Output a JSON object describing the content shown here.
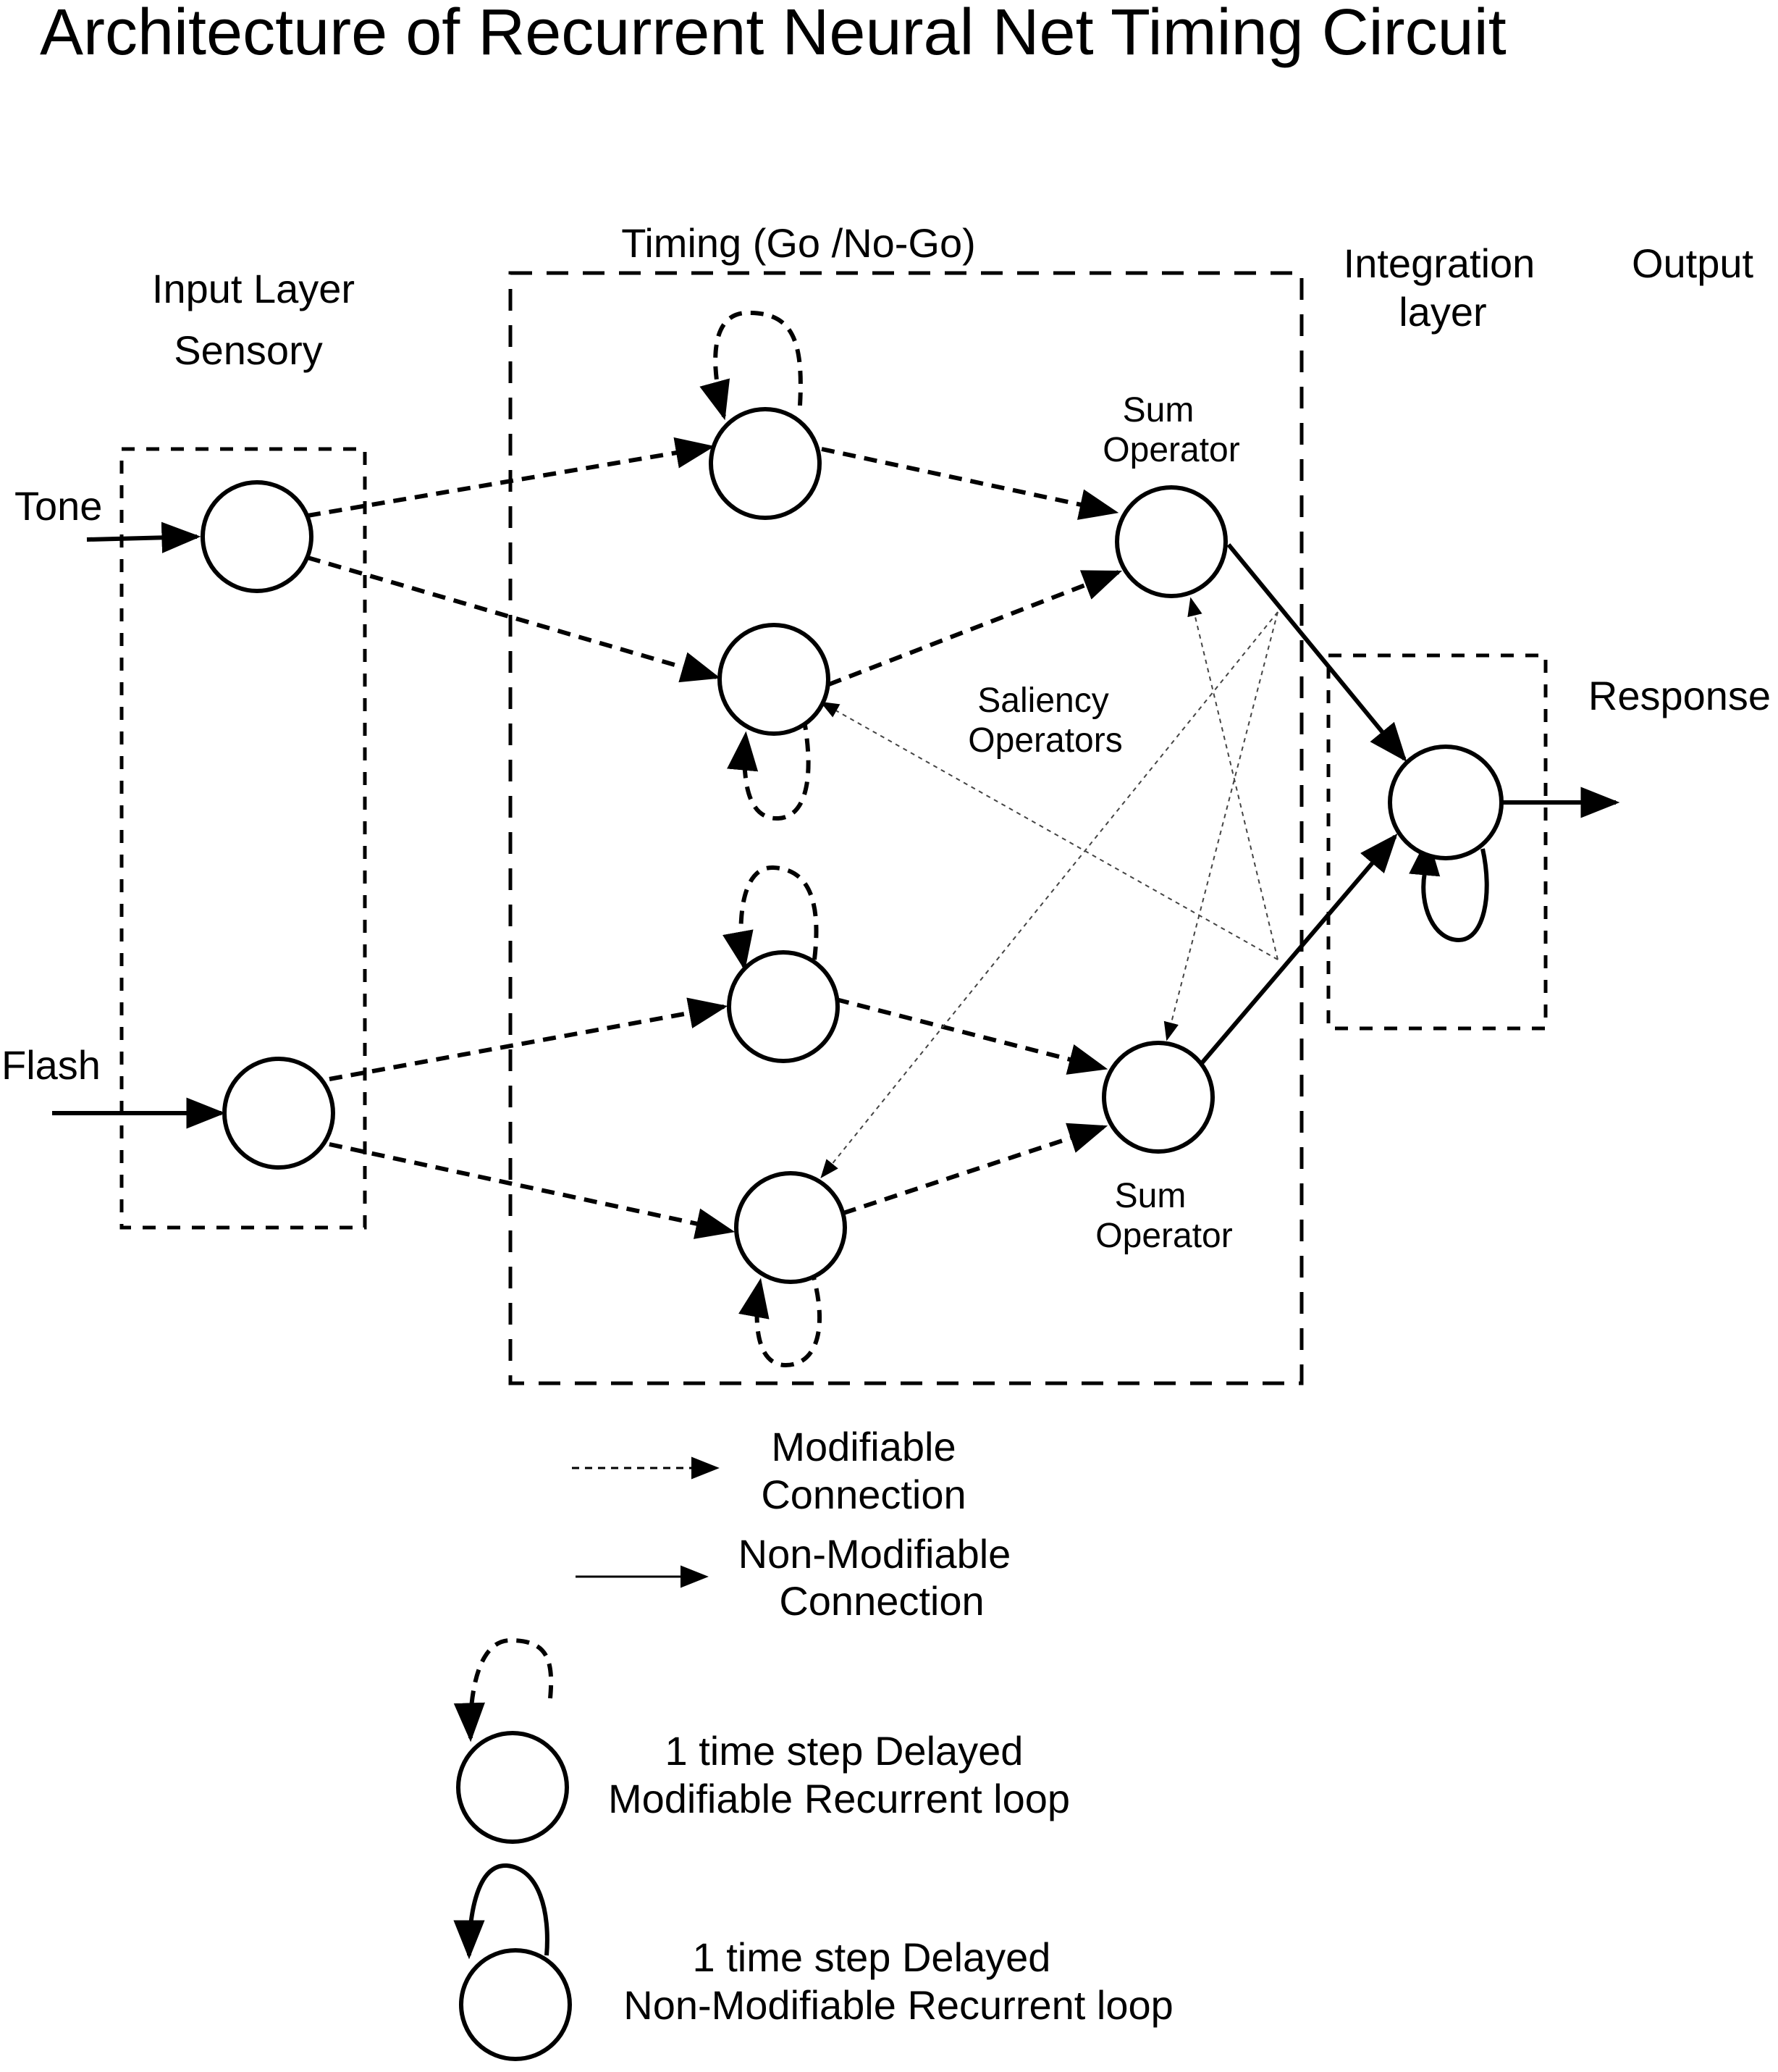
{
  "title": "Architecture of Recurrent Neural Net Timing Circuit",
  "sections": {
    "input_layer_line1": "Input Layer",
    "input_layer_line2": "Sensory",
    "timing": "Timing (Go /No-Go)",
    "integration_line1": "Integration",
    "integration_line2": "layer",
    "output": "Output"
  },
  "inputs": {
    "tone": "Tone",
    "flash": "Flash"
  },
  "operators": {
    "sum_top_line1": "Sum",
    "sum_top_line2": "Operator",
    "saliency_line1": "Saliency",
    "saliency_line2": "Operators",
    "sum_bottom_line1": "Sum",
    "sum_bottom_line2": "Operator"
  },
  "response": "Response",
  "legend": {
    "modifiable_line1": "Modifiable",
    "modifiable_line2": "Connection",
    "nonmodifiable_line1": "Non-Modifiable",
    "nonmodifiable_line2": "Connection",
    "mod_loop_line1": "1 time step Delayed",
    "mod_loop_line2": "Modifiable Recurrent loop",
    "nonmod_loop_line1": "1 time step Delayed",
    "nonmod_loop_line2": "Non-Modifiable Recurrent loop"
  }
}
